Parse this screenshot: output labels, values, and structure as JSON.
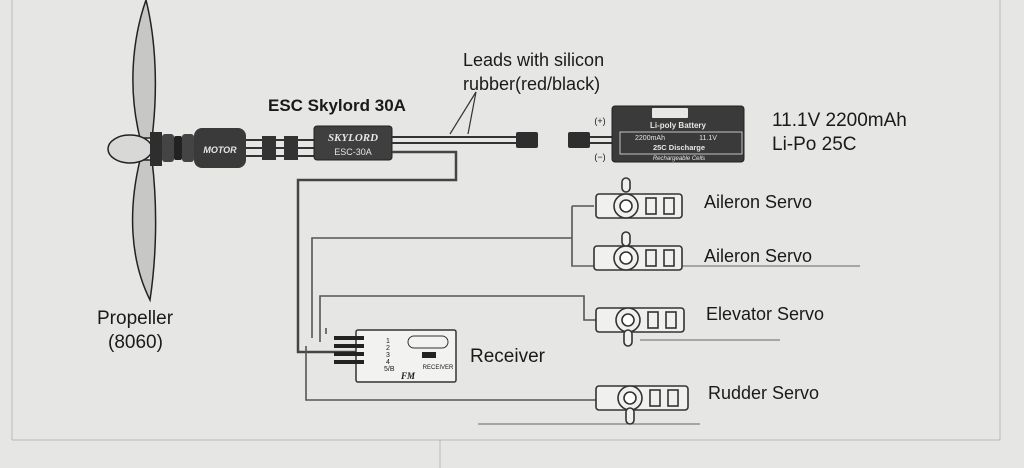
{
  "labels": {
    "esc_title": "ESC Skylord 30A",
    "leads_line1": "Leads with silicon",
    "leads_line2": "rubber(red/black)",
    "battery_spec_line1": "11.1V 2200mAh",
    "battery_spec_line2": "Li-Po  25C",
    "propeller_line1": "Propeller",
    "propeller_line2": "(8060)",
    "receiver": "Receiver",
    "aileron_servo_1": "Aileron Servo",
    "aileron_servo_2": "Aileron Servo",
    "elevator_servo": "Elevator Servo",
    "rudder_servo": "Rudder Servo"
  },
  "motor": {
    "label": "MOTOR"
  },
  "esc": {
    "brand": "SKYLORD",
    "model": "ESC-30A"
  },
  "battery": {
    "plus": "(+)",
    "minus": "(−)",
    "title": "Li-poly Battery",
    "capacity": "2200mAh",
    "voltage": "11.1V",
    "discharge": "25C Discharge",
    "footer": "Rechargeable Cells"
  },
  "receiver_box": {
    "channels": [
      "1",
      "2",
      "3",
      "4",
      "5/B"
    ],
    "name": "RECEIVER",
    "mode": "FM"
  },
  "colors": {
    "paper": "#e6e6e4",
    "ink": "#1a1a1a",
    "line": "#555555",
    "component_dark": "#3a3a3a"
  }
}
